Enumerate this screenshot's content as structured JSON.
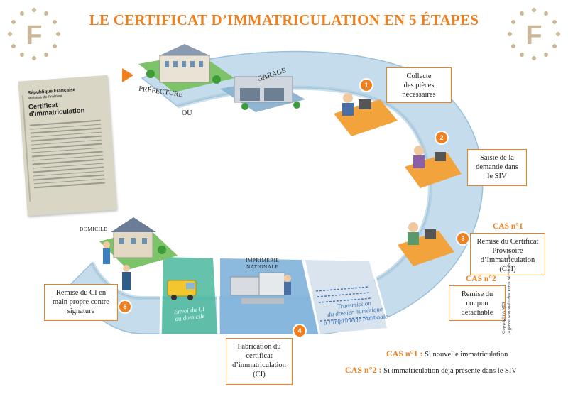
{
  "title": "LE CERTIFICAT D’IMMATRICULATION EN 5 ÉTAPES",
  "badge_letter": "F",
  "colors": {
    "accent": "#f07f1e",
    "ring": "#c5dcec",
    "ring_edge": "#9cc0d8"
  },
  "document": {
    "republique": "République Française",
    "ministere": "Ministère de l'intérieur",
    "certificat_line1": "Certificat",
    "certificat_line2": "d'immatriculation"
  },
  "places": {
    "prefecture": "PRÉFECTURE",
    "ou": "OU",
    "garage": "GARAGE",
    "domicile": "DOMICILE",
    "imprimerie_line1": "IMPRIMERIE",
    "imprimerie_line2": "NATIONALE"
  },
  "steps": [
    {
      "number": "1",
      "text": [
        "Collecte",
        "des pièces",
        "nécessaires"
      ]
    },
    {
      "number": "2",
      "text": [
        "Saisie de la",
        "demande dans",
        "le SIV"
      ]
    },
    {
      "number": "3",
      "case": "CAS n°1",
      "text": [
        "Remise du Certificat",
        "Provisoire",
        "d’Immatriculation",
        "(CPI)"
      ]
    },
    {
      "case": "CAS n°2",
      "text": [
        "Remise du",
        "coupon",
        "détachable"
      ]
    },
    {
      "number": "4",
      "text": [
        "Fabrication du",
        "certificat",
        "d’immatriculation",
        "(CI)"
      ]
    },
    {
      "number": "5",
      "text": [
        "Remise du CI en",
        "main propre contre",
        "signature"
      ]
    }
  ],
  "transit": {
    "envoi_line1": "Envoi du CI",
    "envoi_line2": "au domicile",
    "transmission_line1": "Transmission",
    "transmission_line2": "du dossier numérique",
    "transmission_line3": "à l’Imprimerie Nationale"
  },
  "legend": [
    {
      "case": "CAS n°1 :",
      "text": "Si nouvelle immatriculation"
    },
    {
      "case": "CAS n°2 :",
      "text": "Si immatriculation déjà présente dans le SIV"
    }
  ],
  "copyright_line1": "Copyright ANTS",
  "copyright_line2": "Agence Nationale des Titres Sécurisés - 2014"
}
